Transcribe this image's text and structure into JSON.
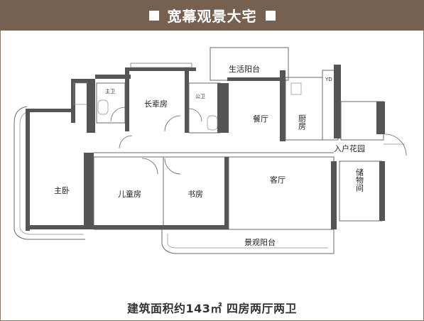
{
  "header": {
    "title": "宽幕观景大宅"
  },
  "rooms": {
    "balcony_utility": "生活阳台",
    "elder_room": "长辈房",
    "master_bath": "主卫",
    "public_bath": "公卫",
    "dining": "餐厅",
    "kitchen": "厨房",
    "yd": "YD",
    "entrance_garden": "入户花园",
    "master_bedroom": "主卧",
    "kids_room": "儿童房",
    "study": "书房",
    "living": "客厅",
    "storage": "储物间",
    "view_balcony": "景观阳台"
  },
  "footer": {
    "caption": "建筑面积约143㎡ 四房两厅两卫"
  }
}
